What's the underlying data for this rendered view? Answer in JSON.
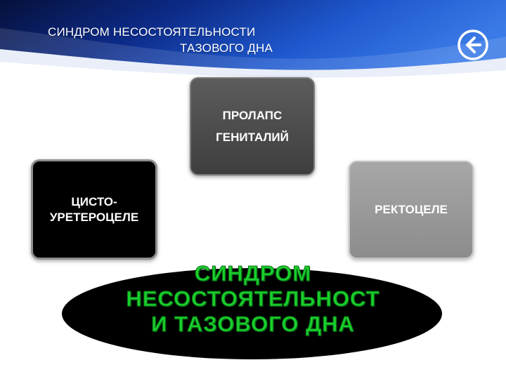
{
  "header": {
    "title_line1": "СИНДРОМ НЕСОСТОЯТЕЛЬНОСТИ",
    "title_line2": "ТАЗОВОГО ДНА"
  },
  "back_button": {
    "icon": "arrow-left-icon"
  },
  "boxes": {
    "top": {
      "line1": "ПРОЛАПС",
      "line2": "ГЕНИТАЛИЙ"
    },
    "left": {
      "line1": "ЦИСТО-",
      "line2": "УРЕТЕРОЦЕЛЕ"
    },
    "right": {
      "line1": "РЕКТОЦЕЛЕ"
    }
  },
  "center": {
    "line1": "СИНДРОМ",
    "line2": "НЕСОСТОЯТЕЛЬНОСТ",
    "line3": "И ТАЗОВОГО ДНА"
  },
  "colors": {
    "header_dark": "#0a1a5c",
    "header_blue": "#2f6fe0",
    "center_text": "#19d02c"
  }
}
